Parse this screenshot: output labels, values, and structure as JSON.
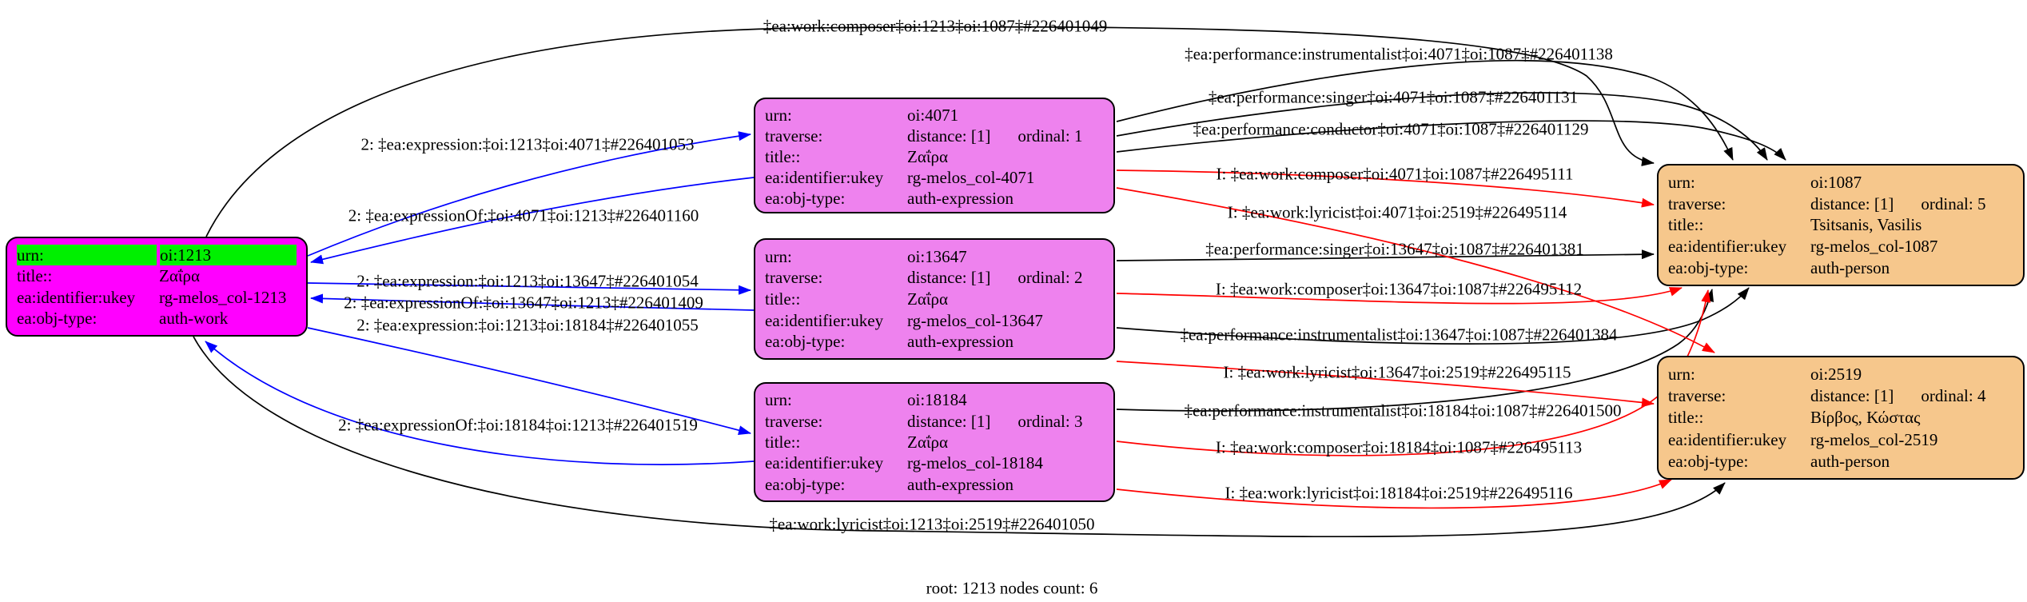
{
  "graph": {
    "footer": "root: 1213 nodes count: 6"
  },
  "colors": {
    "work_fill": "#ff00ff",
    "work_highlight": "#00f000",
    "expression_fill": "#ee82ee",
    "person_fill": "#f6c78c",
    "edge_black": "#000000",
    "edge_red": "#ff0000",
    "edge_blue": "#0000ff"
  },
  "nodes": [
    {
      "id": "oi:1213",
      "obj_type": "auth-work",
      "rows": {
        "urn": {
          "key": "urn:",
          "value": "oi:1213"
        },
        "title": {
          "key": "title::",
          "value": "Ζαΐρα"
        },
        "ukey": {
          "key": "ea:identifier:ukey",
          "value": "rg-melos_col-1213"
        },
        "objtype": {
          "key": "ea:obj-type:",
          "value": "auth-work"
        }
      }
    },
    {
      "id": "oi:4071",
      "obj_type": "auth-expression",
      "rows": {
        "urn": {
          "key": "urn:",
          "value": "oi:4071"
        },
        "traverse": {
          "key": "traverse:",
          "distance": "distance: [1]",
          "ordinal": "ordinal: 1"
        },
        "title": {
          "key": "title::",
          "value": "Ζαΐρα"
        },
        "ukey": {
          "key": "ea:identifier:ukey",
          "value": "rg-melos_col-4071"
        },
        "objtype": {
          "key": "ea:obj-type:",
          "value": "auth-expression"
        }
      }
    },
    {
      "id": "oi:13647",
      "obj_type": "auth-expression",
      "rows": {
        "urn": {
          "key": "urn:",
          "value": "oi:13647"
        },
        "traverse": {
          "key": "traverse:",
          "distance": "distance: [1]",
          "ordinal": "ordinal: 2"
        },
        "title": {
          "key": "title::",
          "value": "Ζαΐρα"
        },
        "ukey": {
          "key": "ea:identifier:ukey",
          "value": "rg-melos_col-13647"
        },
        "objtype": {
          "key": "ea:obj-type:",
          "value": "auth-expression"
        }
      }
    },
    {
      "id": "oi:18184",
      "obj_type": "auth-expression",
      "rows": {
        "urn": {
          "key": "urn:",
          "value": "oi:18184"
        },
        "traverse": {
          "key": "traverse:",
          "distance": "distance: [1]",
          "ordinal": "ordinal: 3"
        },
        "title": {
          "key": "title::",
          "value": "Ζαΐρα"
        },
        "ukey": {
          "key": "ea:identifier:ukey",
          "value": "rg-melos_col-18184"
        },
        "objtype": {
          "key": "ea:obj-type:",
          "value": "auth-expression"
        }
      }
    },
    {
      "id": "oi:1087",
      "obj_type": "auth-person",
      "rows": {
        "urn": {
          "key": "urn:",
          "value": "oi:1087"
        },
        "traverse": {
          "key": "traverse:",
          "distance": "distance: [1]",
          "ordinal": "ordinal: 5"
        },
        "title": {
          "key": "title::",
          "value": "Tsitsanis, Vasilis"
        },
        "ukey": {
          "key": "ea:identifier:ukey",
          "value": "rg-melos_col-1087"
        },
        "objtype": {
          "key": "ea:obj-type:",
          "value": "auth-person"
        }
      }
    },
    {
      "id": "oi:2519",
      "obj_type": "auth-person",
      "rows": {
        "urn": {
          "key": "urn:",
          "value": "oi:2519"
        },
        "traverse": {
          "key": "traverse:",
          "distance": "distance: [1]",
          "ordinal": "ordinal: 4"
        },
        "title": {
          "key": "title::",
          "value": "Βίρβος, Κώστας"
        },
        "ukey": {
          "key": "ea:identifier:ukey",
          "value": "rg-melos_col-2519"
        },
        "objtype": {
          "key": "ea:obj-type:",
          "value": "auth-person"
        }
      }
    }
  ],
  "edges": [
    {
      "label": "‡ea:work:composer‡oi:1213‡oi:1087‡#226401049",
      "color": "black",
      "from": "oi:1213",
      "to": "oi:1087"
    },
    {
      "label": "‡ea:performance:instrumentalist‡oi:4071‡oi:1087‡#226401138",
      "color": "black",
      "from": "oi:4071",
      "to": "oi:1087"
    },
    {
      "label": "‡ea:performance:singer‡oi:4071‡oi:1087‡#226401131",
      "color": "black",
      "from": "oi:4071",
      "to": "oi:1087"
    },
    {
      "label": "‡ea:performance:conductor‡oi:4071‡oi:1087‡#226401129",
      "color": "black",
      "from": "oi:4071",
      "to": "oi:1087"
    },
    {
      "label": "I: ‡ea:work:composer‡oi:4071‡oi:1087‡#226495111",
      "color": "red",
      "from": "oi:4071",
      "to": "oi:1087"
    },
    {
      "label": "I: ‡ea:work:lyricist‡oi:4071‡oi:2519‡#226495114",
      "color": "red",
      "from": "oi:4071",
      "to": "oi:2519"
    },
    {
      "label": "‡ea:performance:singer‡oi:13647‡oi:1087‡#226401381",
      "color": "black",
      "from": "oi:13647",
      "to": "oi:1087"
    },
    {
      "label": "I: ‡ea:work:composer‡oi:13647‡oi:1087‡#226495112",
      "color": "red",
      "from": "oi:13647",
      "to": "oi:1087"
    },
    {
      "label": "‡ea:performance:instrumentalist‡oi:13647‡oi:1087‡#226401384",
      "color": "black",
      "from": "oi:13647",
      "to": "oi:1087"
    },
    {
      "label": "I: ‡ea:work:lyricist‡oi:13647‡oi:2519‡#226495115",
      "color": "red",
      "from": "oi:13647",
      "to": "oi:2519"
    },
    {
      "label": "‡ea:performance:instrumentalist‡oi:18184‡oi:1087‡#226401500",
      "color": "black",
      "from": "oi:18184",
      "to": "oi:1087"
    },
    {
      "label": "I: ‡ea:work:composer‡oi:18184‡oi:1087‡#226495113",
      "color": "red",
      "from": "oi:18184",
      "to": "oi:1087"
    },
    {
      "label": "I: ‡ea:work:lyricist‡oi:18184‡oi:2519‡#226495116",
      "color": "red",
      "from": "oi:18184",
      "to": "oi:2519"
    },
    {
      "label": "2: ‡ea:expression:‡oi:1213‡oi:4071‡#226401053",
      "color": "blue",
      "from": "oi:1213",
      "to": "oi:4071"
    },
    {
      "label": "2: ‡ea:expressionOf:‡oi:4071‡oi:1213‡#226401160",
      "color": "blue",
      "from": "oi:4071",
      "to": "oi:1213"
    },
    {
      "label": "2: ‡ea:expression:‡oi:1213‡oi:13647‡#226401054",
      "color": "blue",
      "from": "oi:1213",
      "to": "oi:13647"
    },
    {
      "label": "2: ‡ea:expressionOf:‡oi:13647‡oi:1213‡#226401409",
      "color": "blue",
      "from": "oi:13647",
      "to": "oi:1213"
    },
    {
      "label": "2: ‡ea:expression:‡oi:1213‡oi:18184‡#226401055",
      "color": "blue",
      "from": "oi:1213",
      "to": "oi:18184"
    },
    {
      "label": "2: ‡ea:expressionOf:‡oi:18184‡oi:1213‡#226401519",
      "color": "blue",
      "from": "oi:18184",
      "to": "oi:1213"
    },
    {
      "label": "‡ea:work:lyricist‡oi:1213‡oi:2519‡#226401050",
      "color": "black",
      "from": "oi:1213",
      "to": "oi:2519"
    }
  ]
}
